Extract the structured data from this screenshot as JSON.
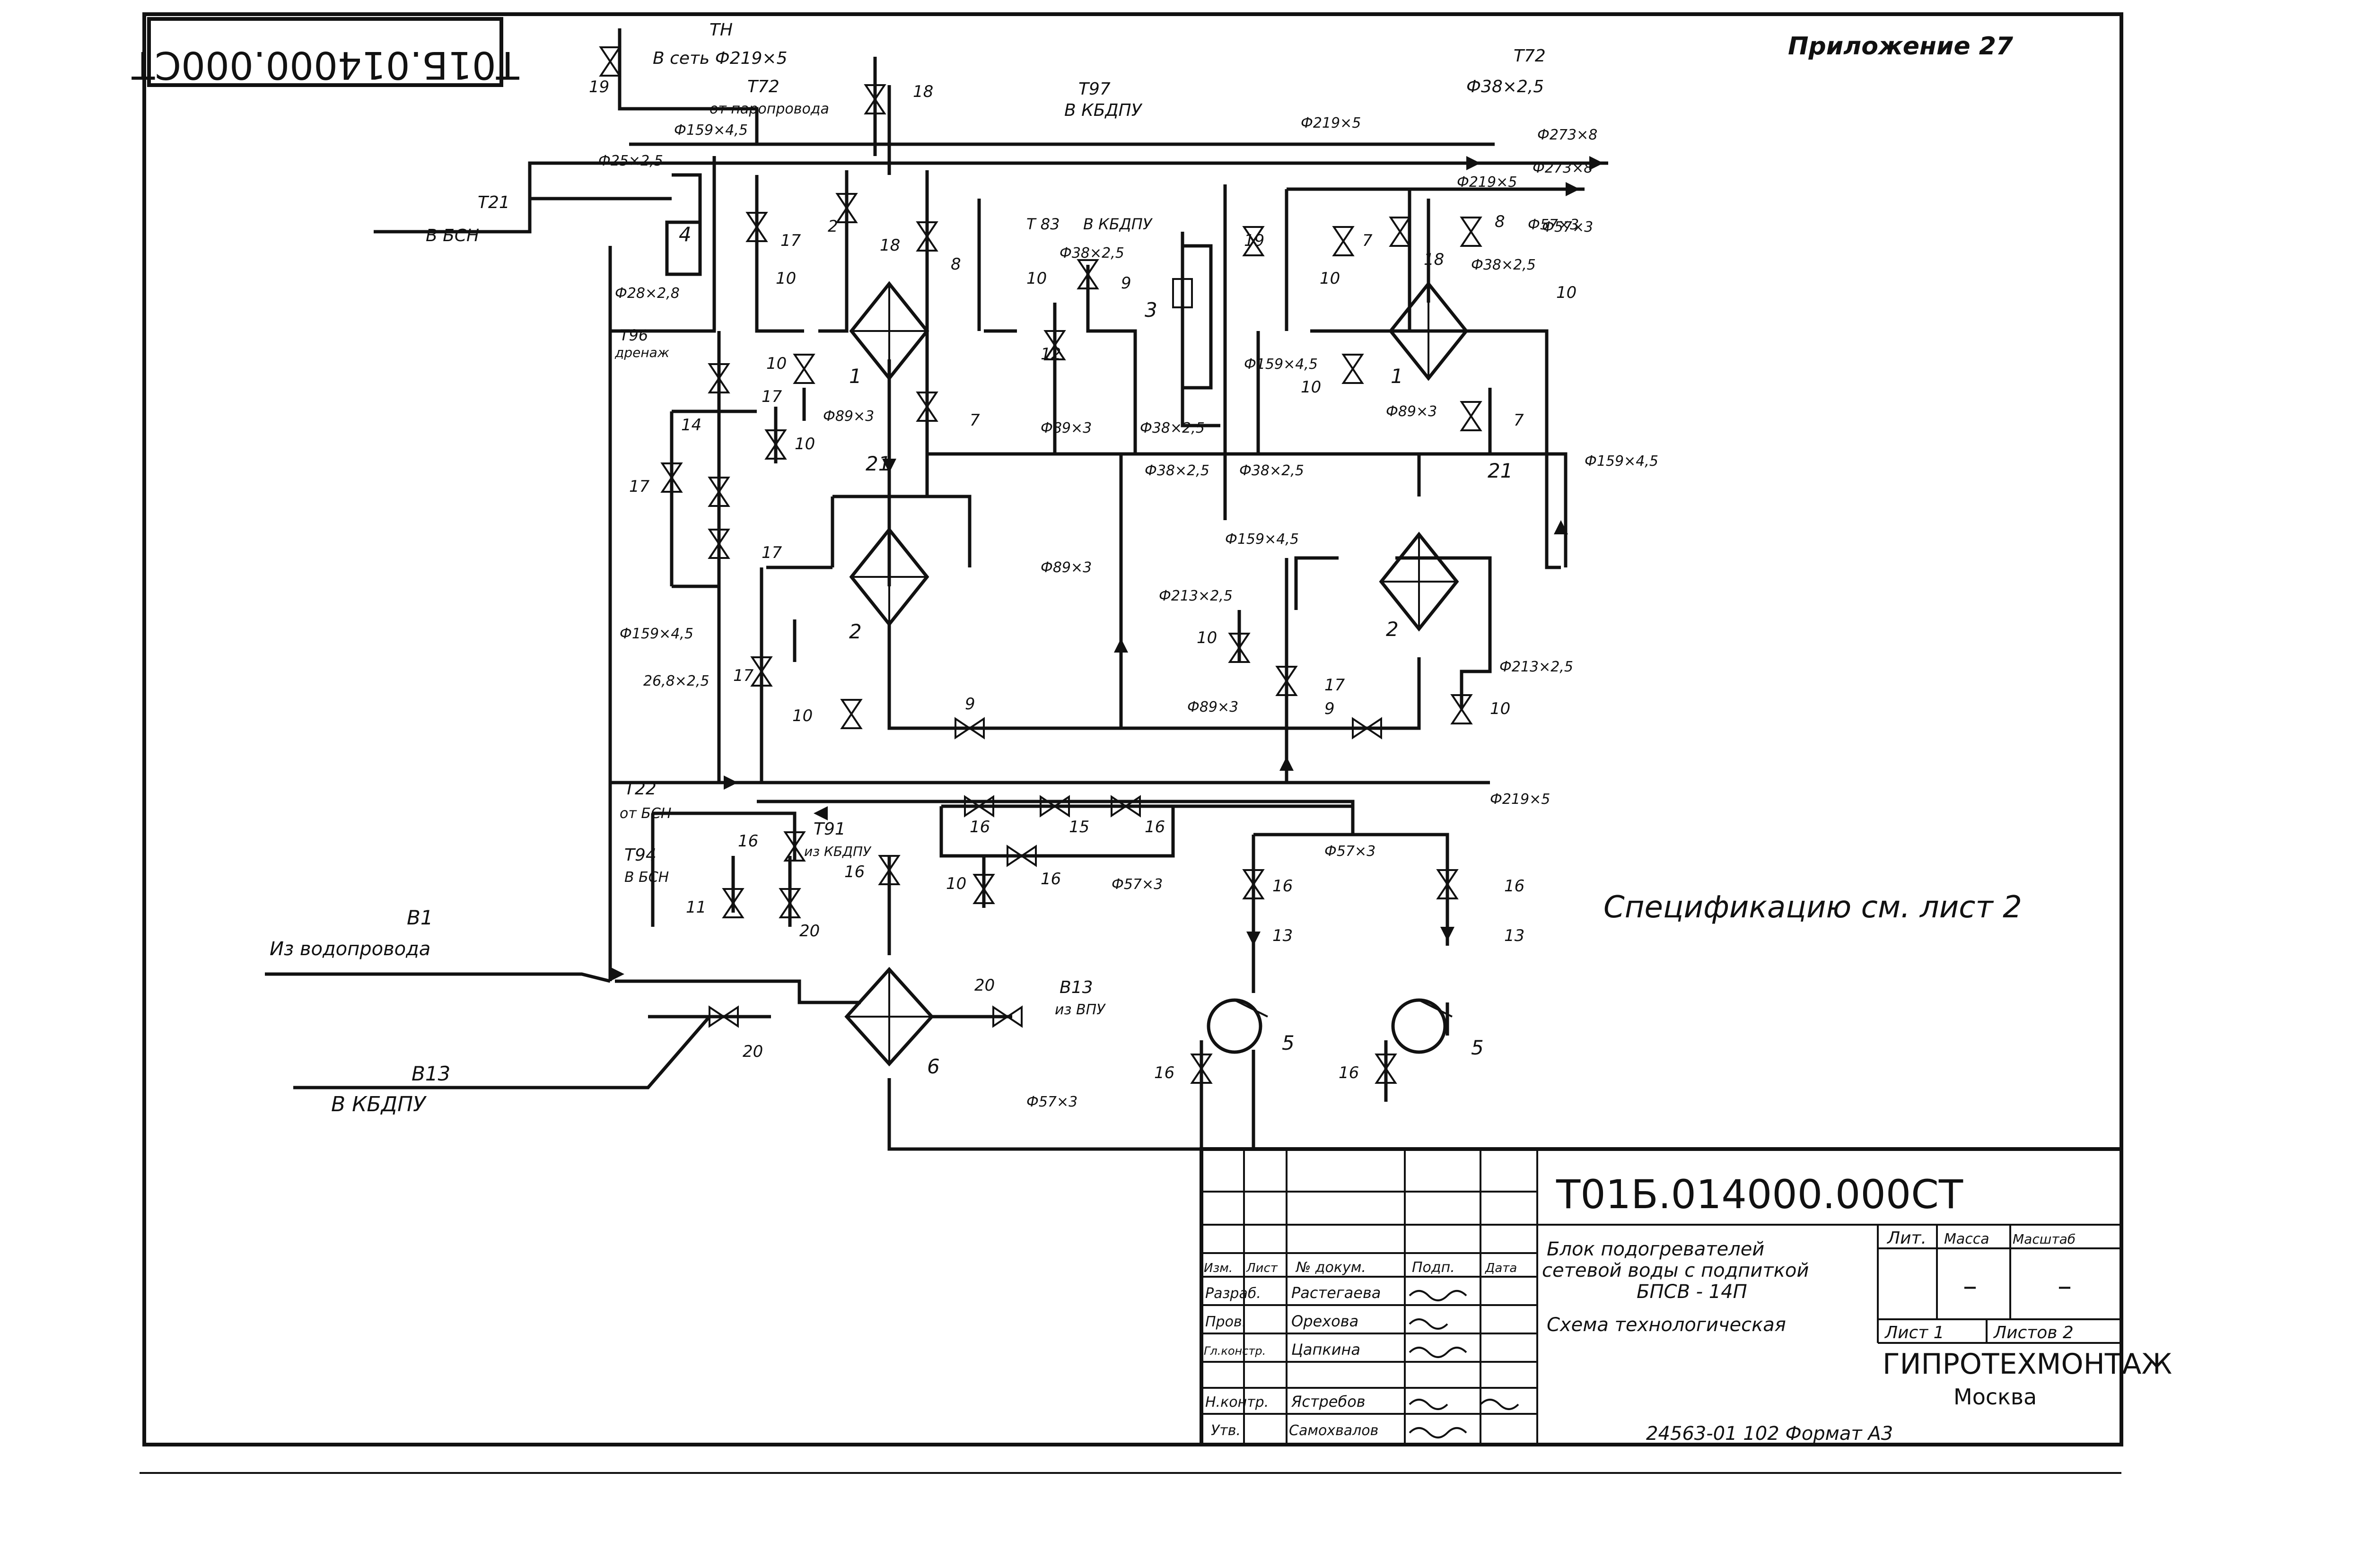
{
  "stamp_code": "T01Б.014000.000СТ",
  "appendix": "Приложение 27",
  "spec_note": "Спецификацию см. лист 2",
  "streams": {
    "th_to_net": {
      "code": "TH",
      "desc": "В сеть Ф219×5"
    },
    "t21": {
      "code": "T21",
      "desc": "В БСН"
    },
    "t72": {
      "code": "T72",
      "desc": "от паропровода"
    },
    "t97": {
      "code": "T97",
      "desc": "В КБДПУ"
    },
    "t72_right": {
      "code": "T72",
      "desc": "Ф38×2,5"
    },
    "t83": {
      "code": "T 83",
      "desc": "В КБДПУ"
    },
    "t96": {
      "code": "T96",
      "desc": "дренаж"
    },
    "t22": {
      "code": "T22",
      "desc": "от БСН"
    },
    "t94": {
      "code": "T94",
      "desc": "В БСН"
    },
    "t91": {
      "code": "T91",
      "desc": "из КБДПУ"
    },
    "b1": {
      "code": "B1",
      "desc": "Из водопровода"
    },
    "b13_in": {
      "code": "B13",
      "desc": "из ВПУ"
    },
    "b13_out": {
      "code": "B13",
      "desc": "В КБДПУ"
    }
  },
  "pipe_sizes": {
    "p159_top": "Ф159×4,5",
    "p25": "Ф25×2,5",
    "p219_a": "Ф219×5",
    "p273_a": "Ф273×8",
    "p273_b": "Ф273×8",
    "p219_b": "Ф219×5",
    "p57_a": "Ф57×3",
    "p38_a": "Ф38×2,5",
    "p89_a": "Ф89×3",
    "p38_b": "Ф38×2,5",
    "p159_b": "Ф159×4,5",
    "p89_b": "Ф89×3",
    "p89_c": "Ф89×3",
    "p38_c": "Ф38×2,5",
    "p38_d": "Ф38×2,5",
    "p38_e": "Ф38×2,5",
    "p89_d": "Ф89×3",
    "p159_c": "Ф159×4,5",
    "p159_d": "Ф159×4,5",
    "p159_e": "Ф159×4,5",
    "p213_a": "Ф213×2,5",
    "p213_b": "Ф213×2,5",
    "p89_e": "Ф89×3",
    "p219_c": "Ф219×5",
    "p26": "26,8×2,5",
    "p28": "Ф28×2,8",
    "p57_b": "Ф57×3",
    "p57_c": "Ф57×3",
    "p57_d": "Ф57×3",
    "p57_e": "Ф57×3"
  },
  "title_block": {
    "description_line1": "Блок подогревателей",
    "description_line2": "сетевой воды с подпиткой",
    "description_line3": "БПСВ - 14П",
    "scheme_type": "Схема технологическая",
    "col_izm": "Изм.",
    "col_list": "Лист",
    "col_doc": "№ докум.",
    "col_sign": "Подп.",
    "col_date": "Дата",
    "row1_role": "Разраб.",
    "row1_name": "Растегаева",
    "row2_role": "Пров.",
    "row2_name": "Орехова",
    "row3_role": "Гл.констр.",
    "row3_name": "Цапкина",
    "row4_role": "Н.контр.",
    "row4_name": "Ястребов",
    "row5_role": "Утв.",
    "row5_name": "Самохвалов",
    "lit_label": "Лит.",
    "mass_label": "Масса",
    "scale_label": "Масштаб",
    "mass_value": "–",
    "scale_value": "–",
    "sheet_label": "Лист 1",
    "sheets_label": "Листов 2",
    "org": "ГИПРОТЕХМОНТАЖ",
    "city": "Москва",
    "footer": "24563-01   102   Формат А3"
  }
}
